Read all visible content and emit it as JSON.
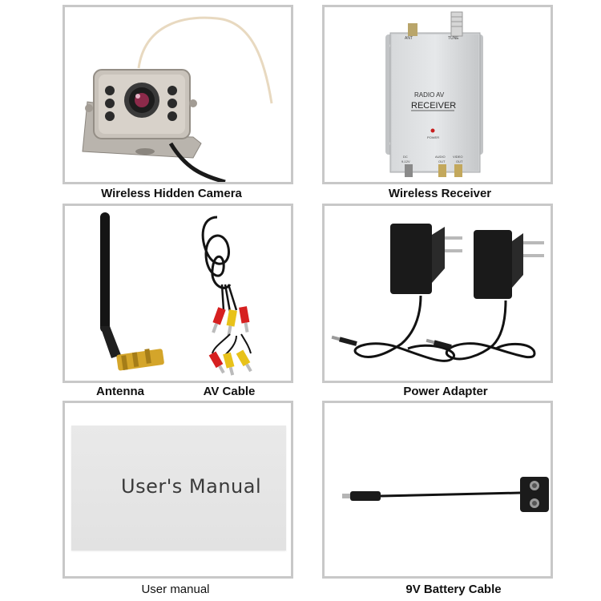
{
  "panels": {
    "camera": {
      "caption": "Wireless Hidden Camera"
    },
    "receiver": {
      "caption": "Wireless Receiver",
      "device_label_line1": "RADIO  AV",
      "device_label_line2": "RECEIVER",
      "port_ant": "ANT",
      "port_tune": "TUNE",
      "power_label": "POWER",
      "port_dc": "DC",
      "port_dc_voltage": "9-12V",
      "port_audio": "AUDIO",
      "port_video": "VIDEO",
      "port_out": "OUT"
    },
    "antenna_av": {
      "caption_left": "Antenna",
      "caption_right": "AV Cable"
    },
    "adapter": {
      "caption": "Power Adapter"
    },
    "manual": {
      "caption": "User manual",
      "cover_title": "User's Manual"
    },
    "battery": {
      "caption": "9V Battery Cable"
    }
  },
  "colors": {
    "panel_border": "#c8c8c8",
    "connector_red": "#d62020",
    "connector_yellow": "#e8c21a",
    "antenna_gold": "#d4a52a"
  }
}
